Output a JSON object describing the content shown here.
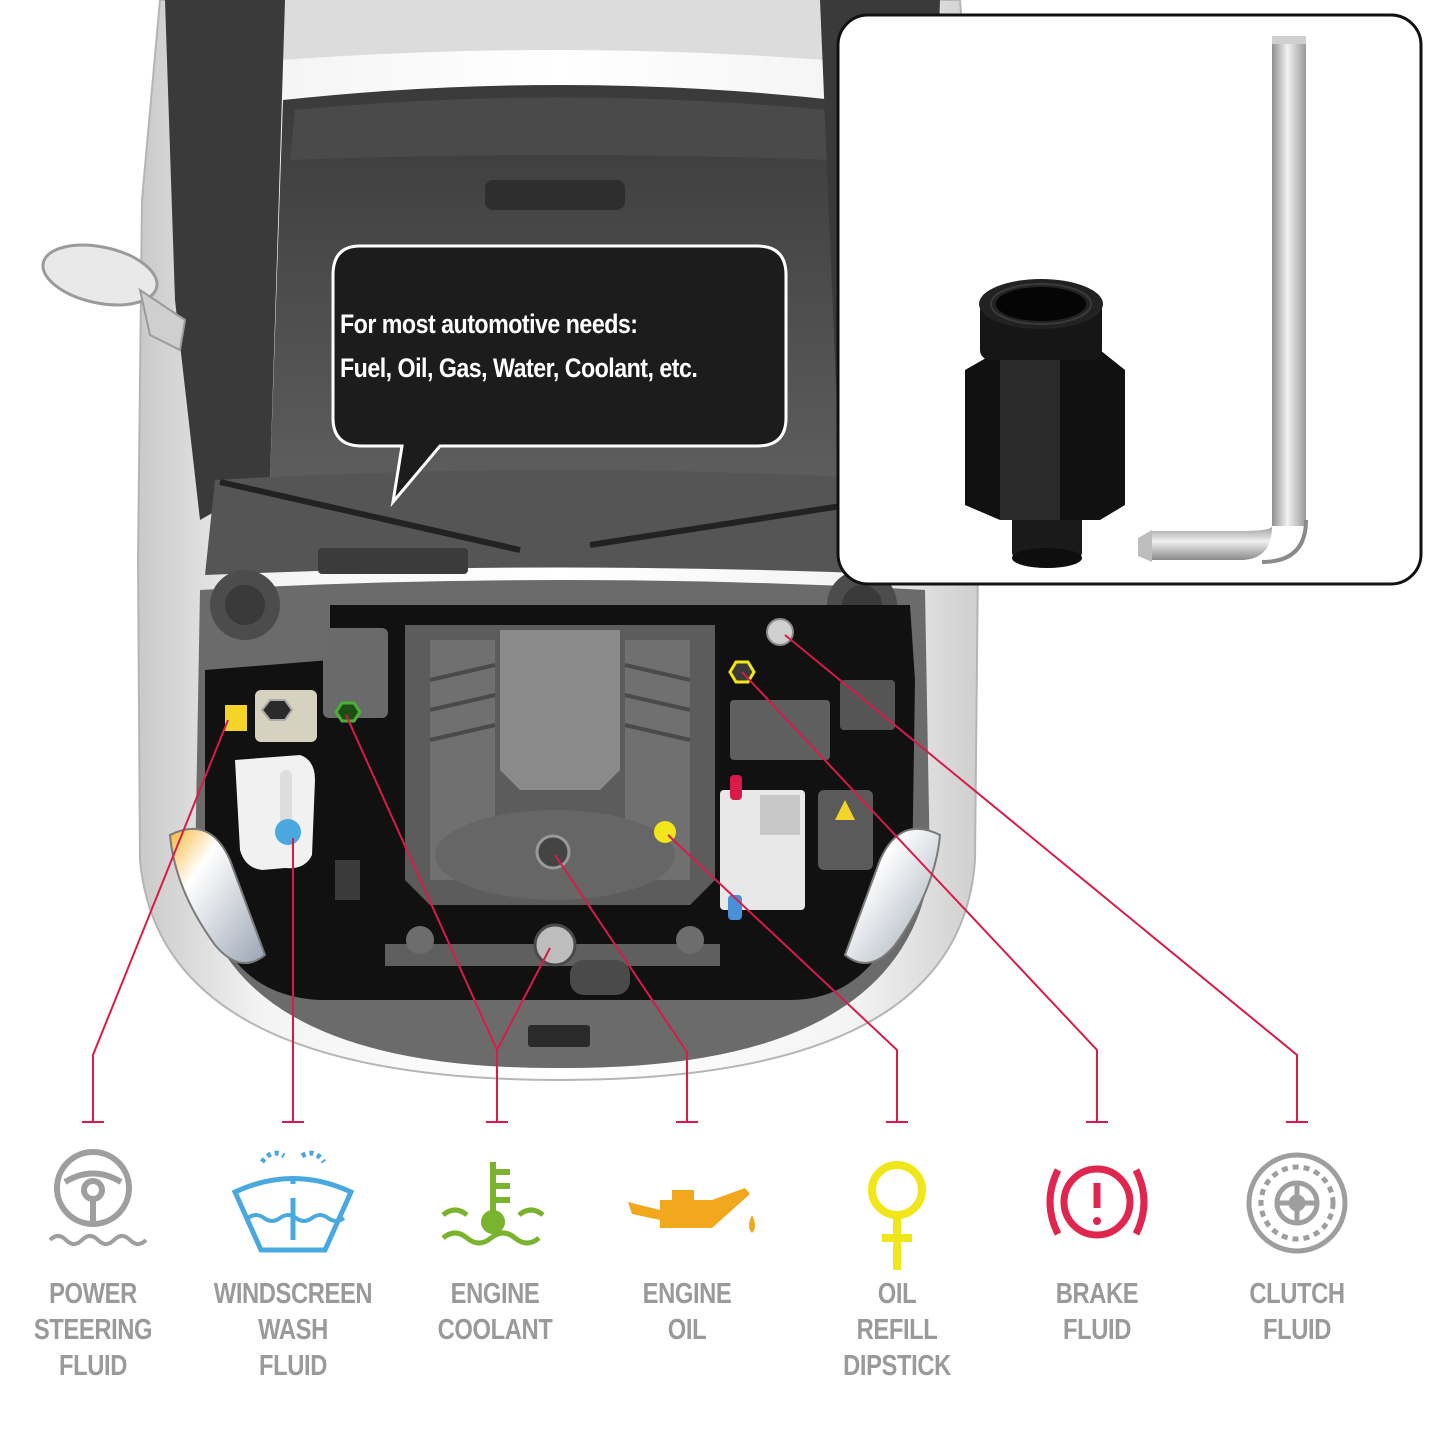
{
  "callout": {
    "line1": "For most automotive needs:",
    "line2": "Fuel, Oil, Gas, Water, Coolant, etc."
  },
  "fluids": [
    {
      "id": "power-steering",
      "lines": [
        "POWER",
        "STEERING",
        "FLUID"
      ],
      "icon": "steering-wheel-icon",
      "color": "#9e9e9e"
    },
    {
      "id": "windscreen-wash",
      "lines": [
        "WINDSCREEN",
        "WASH",
        "FLUID"
      ],
      "icon": "windscreen-wash-icon",
      "color": "#4aa8e0"
    },
    {
      "id": "engine-coolant",
      "lines": [
        "ENGINE",
        "COOLANT"
      ],
      "icon": "coolant-thermometer-icon",
      "color": "#7ab32e"
    },
    {
      "id": "engine-oil",
      "lines": [
        "ENGINE",
        "OIL"
      ],
      "icon": "oil-can-icon",
      "color": "#f2a81d"
    },
    {
      "id": "oil-refill-dipstick",
      "lines": [
        "OIL",
        "REFILL",
        "DIPSTICK"
      ],
      "icon": "dipstick-icon",
      "color": "#f0e61a"
    },
    {
      "id": "brake-fluid",
      "lines": [
        "BRAKE",
        "FLUID"
      ],
      "icon": "brake-warning-icon",
      "color": "#e0254f"
    },
    {
      "id": "clutch-fluid",
      "lines": [
        "CLUTCH",
        "FLUID"
      ],
      "icon": "clutch-disc-icon",
      "color": "#9e9e9e"
    }
  ],
  "colors": {
    "leader_line": "#d81b4a",
    "label_text": "#9a9a9a",
    "car_body": "#e6e6e6",
    "engine_bay": "#1a1a1a",
    "callout_bg": "#1c1c1c"
  },
  "product": {
    "fitting": "black-anodized-fitting",
    "tool": "hex-key-wrench"
  }
}
